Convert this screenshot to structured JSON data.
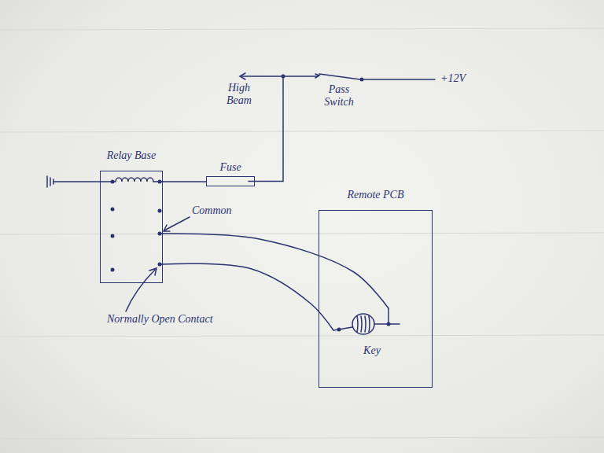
{
  "diagram": {
    "nodes": [
      {
        "text": [
          "Relay Base"
        ]
      },
      {
        "text": [
          "Fuse"
        ]
      },
      {
        "text": [
          "Remote PCB"
        ]
      },
      {
        "text": [
          "Key"
        ],
        "in": 2
      }
    ],
    "edges": [
      {
        "from": 0,
        "to": 1,
        "arrow": "none"
      },
      {
        "from": 0,
        "to": 3,
        "arrow": "none"
      },
      {
        "from": 0,
        "to": 3,
        "arrow": "none"
      }
    ],
    "labels": [
      "High Beam",
      "Pass Switch",
      "+12V",
      "Common",
      "Normally Open Contact"
    ]
  }
}
